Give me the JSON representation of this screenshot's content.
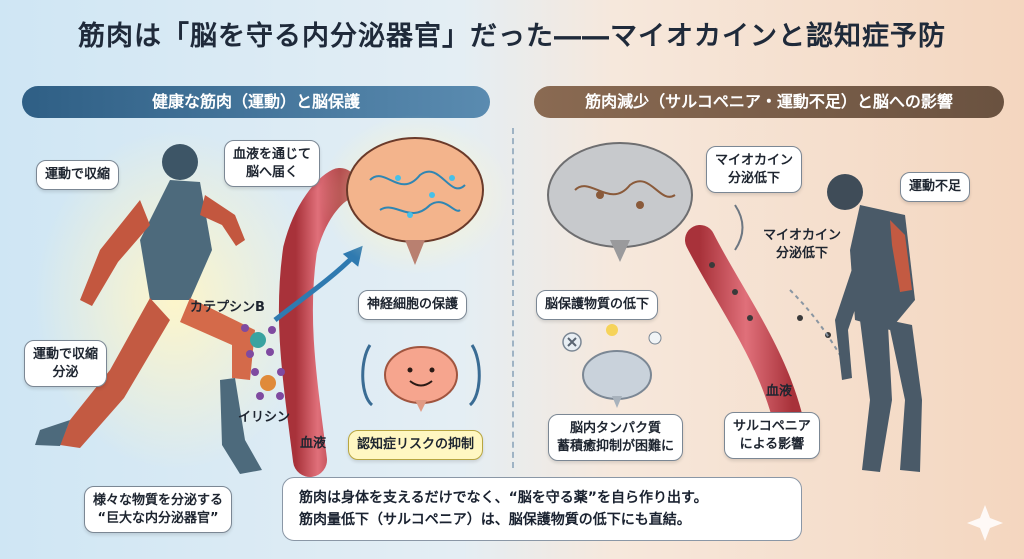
{
  "title": "筋肉は「脳を守る内分泌器官」だった――マイオカインと認知症予防",
  "left_header": "健康な筋肉（運動）と脳保護",
  "right_header": "筋肉減少（サルコペニア・運動不足）と脳への影響",
  "left": {
    "contract1": "運動で収縮",
    "contract2_line1": "運動で収縮",
    "contract2_line2": "分泌",
    "blood_line1": "血液を通じて",
    "blood_line2": "脳へ届く",
    "cathepsin": "カテプシンB",
    "irisin": "イリシン",
    "blood": "血液",
    "neuro": "神経細胞の保護",
    "dementia": "認知症リスクの抑制",
    "organ_line1": "様々な物質を分泌する",
    "organ_line2": "“巨大な内分泌器官”"
  },
  "right": {
    "myokine_low1_line1": "マイオカイン",
    "myokine_low1_line2": "分泌低下",
    "myokine_low2_line1": "マイオカイン",
    "myokine_low2_line2": "分泌低下",
    "inactive": "運動不足",
    "protect_low": "脳保護物質の低下",
    "protein_line1": "脳内タンパク質",
    "protein_line2": "蓄積癒抑制が困難に",
    "blood": "血液",
    "sarco_line1": "サルコペニア",
    "sarco_line2": "による影響"
  },
  "summary_line1": "筋肉は身体を支えるだけでなく、“脳を守る薬”を自ら作り出す。",
  "summary_line2": "筋肉量低下（サルコペニア）は、脳保護物質の低下にも直結。",
  "icons": [
    "runner-figure",
    "brain-icon",
    "molecule-icon",
    "happy-brain-icon",
    "sad-brain-icon",
    "stooped-figure",
    "lightbulb-icon",
    "sparkle-icon"
  ]
}
